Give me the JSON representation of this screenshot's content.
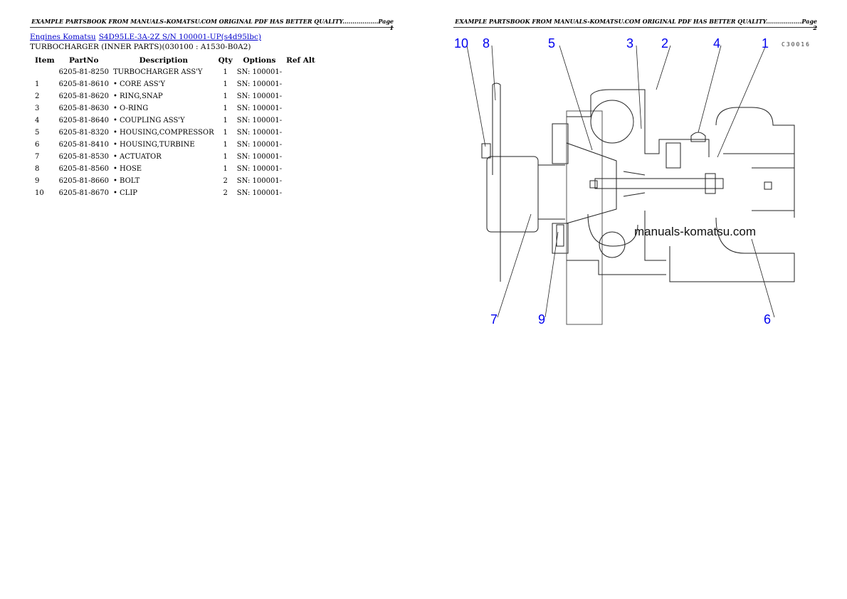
{
  "header": {
    "page1": "EXAMPLE PARTSBOOK FROM MANUALS-KOMATSU.COM ORIGINAL PDF HAS BETTER QUALITY..................Page 1",
    "page2": "EXAMPLE PARTSBOOK FROM MANUALS-KOMATSU.COM ORIGINAL PDF HAS BETTER QUALITY..................Page 2"
  },
  "breadcrumb": {
    "link1": "Engines Komatsu",
    "link2": "S4D95LE-3A-2Z S/N 100001-UP(s4d95lbc)"
  },
  "subtitle": "TURBOCHARGER (INNER PARTS)(030100 : A1530-B0A2)",
  "table": {
    "headers": [
      "Item",
      "PartNo",
      "Description",
      "Qty",
      "Options",
      "Ref Alt"
    ],
    "rows": [
      {
        "item": "",
        "part": "6205-81-8250",
        "desc": "TURBOCHARGER ASS'Y",
        "qty": "1",
        "opt": "SN: 100001-",
        "ref": ""
      },
      {
        "item": "1",
        "part": "6205-81-8610",
        "desc": "• CORE ASS'Y",
        "qty": "1",
        "opt": "SN: 100001-",
        "ref": ""
      },
      {
        "item": "2",
        "part": "6205-81-8620",
        "desc": "• RING,SNAP",
        "qty": "1",
        "opt": "SN: 100001-",
        "ref": ""
      },
      {
        "item": "3",
        "part": "6205-81-8630",
        "desc": "• O-RING",
        "qty": "1",
        "opt": "SN: 100001-",
        "ref": ""
      },
      {
        "item": "4",
        "part": "6205-81-8640",
        "desc": "• COUPLING ASS'Y",
        "qty": "1",
        "opt": "SN: 100001-",
        "ref": ""
      },
      {
        "item": "5",
        "part": "6205-81-8320",
        "desc": "• HOUSING,COMPRESSOR",
        "qty": "1",
        "opt": "SN: 100001-",
        "ref": ""
      },
      {
        "item": "6",
        "part": "6205-81-8410",
        "desc": "• HOUSING,TURBINE",
        "qty": "1",
        "opt": "SN: 100001-",
        "ref": ""
      },
      {
        "item": "7",
        "part": "6205-81-8530",
        "desc": "• ACTUATOR",
        "qty": "1",
        "opt": "SN: 100001-",
        "ref": ""
      },
      {
        "item": "8",
        "part": "6205-81-8560",
        "desc": "• HOSE",
        "qty": "1",
        "opt": "SN: 100001-",
        "ref": ""
      },
      {
        "item": "9",
        "part": "6205-81-8660",
        "desc": "• BOLT",
        "qty": "2",
        "opt": "SN: 100001-",
        "ref": ""
      },
      {
        "item": "10",
        "part": "6205-81-8670",
        "desc": "• CLIP",
        "qty": "2",
        "opt": "SN: 100001-",
        "ref": ""
      }
    ]
  },
  "diagram": {
    "code": "C30016",
    "watermark": "manuals-komatsu.com",
    "callouts": [
      "10",
      "8",
      "5",
      "3",
      "2",
      "4",
      "1",
      "7",
      "9",
      "6"
    ],
    "callout_color": "#0000ee"
  }
}
